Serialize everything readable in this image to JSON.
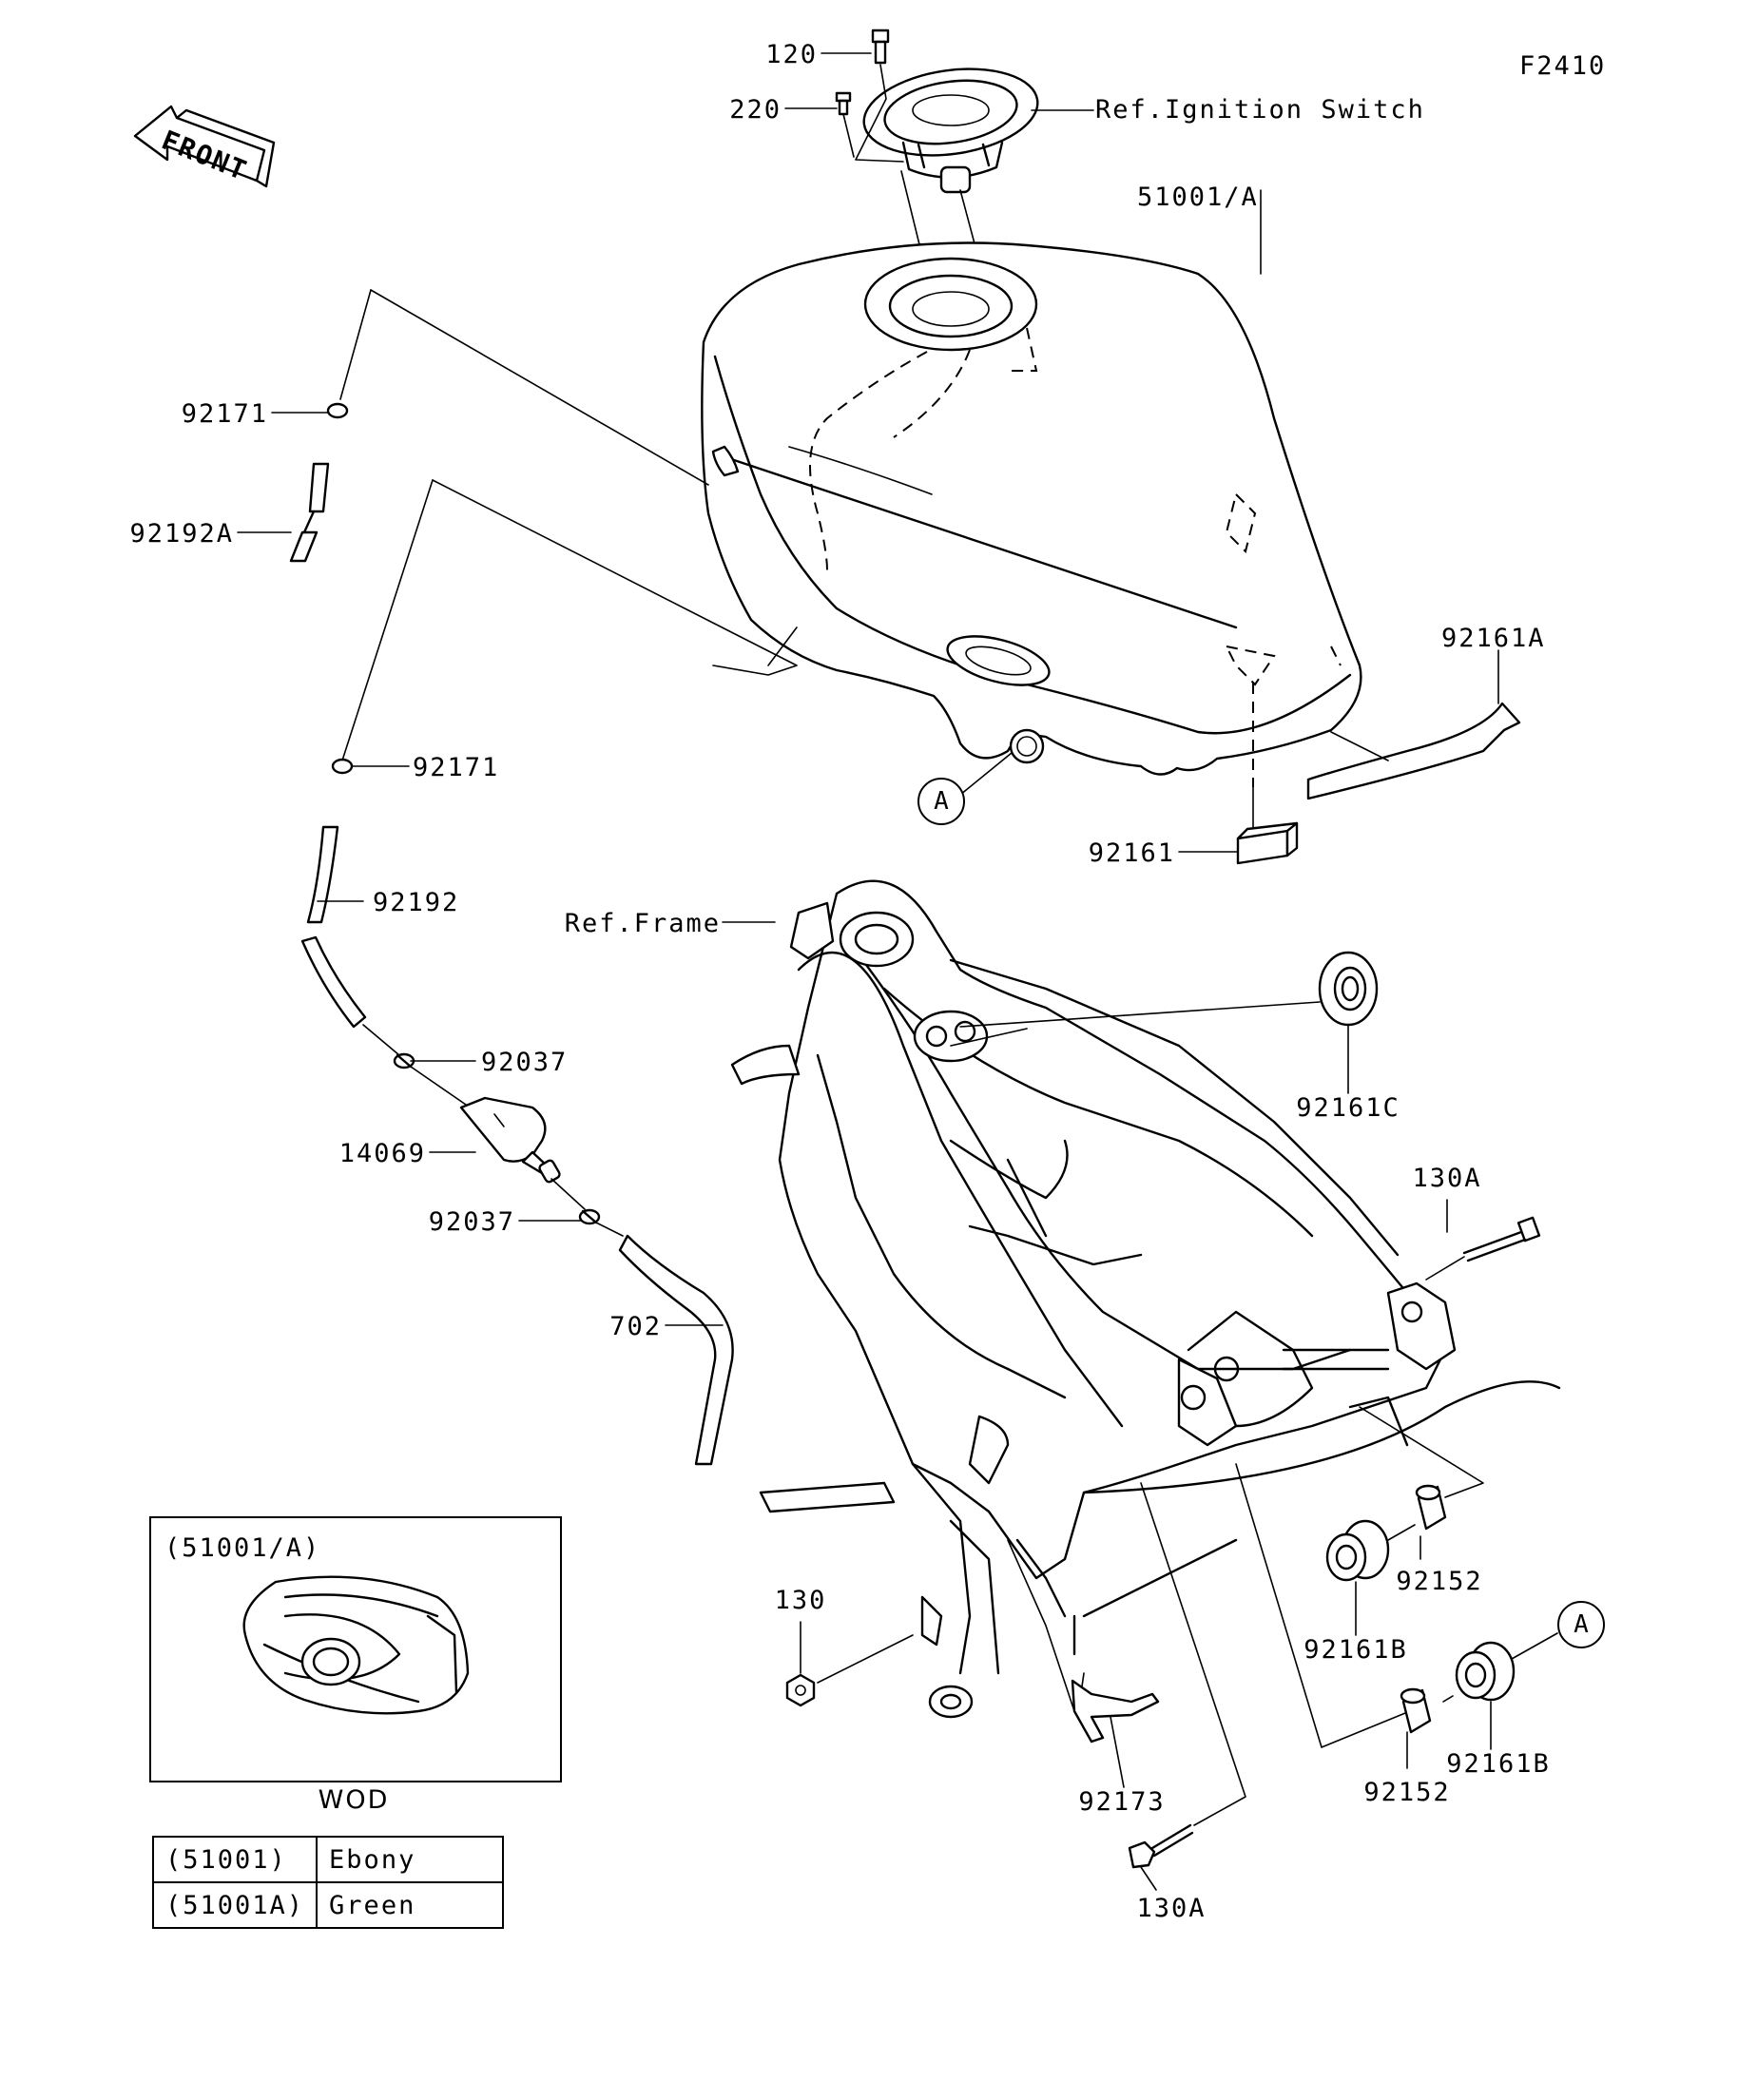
{
  "figure_code": "F2410",
  "front_label": "FRONT",
  "labels": {
    "p120": "120",
    "p220": "220",
    "ignition_ref": "Ref.Ignition Switch",
    "tank": "51001/A",
    "p92171_top": "92171",
    "p92192A": "92192A",
    "p92161A": "92161A",
    "p92171_mid": "92171",
    "p92161": "92161",
    "p92192": "92192",
    "frame_ref": "Ref.Frame",
    "p92161C": "92161C",
    "p92037_top": "92037",
    "p14069": "14069",
    "p92037_bot": "92037",
    "p130A_top": "130A",
    "p702": "702",
    "p92152_top": "92152",
    "p92161B_top": "92161B",
    "p130": "130",
    "p92173": "92173",
    "p92152_bot": "92152",
    "p92161B_bot": "92161B",
    "p130A_bot": "130A"
  },
  "callout_a": "A",
  "inset": {
    "title": "(51001/A)",
    "caption": "WOD"
  },
  "color_table": [
    {
      "code": "(51001)",
      "name": "Ebony"
    },
    {
      "code": "(51001A)",
      "name": "Green"
    }
  ]
}
